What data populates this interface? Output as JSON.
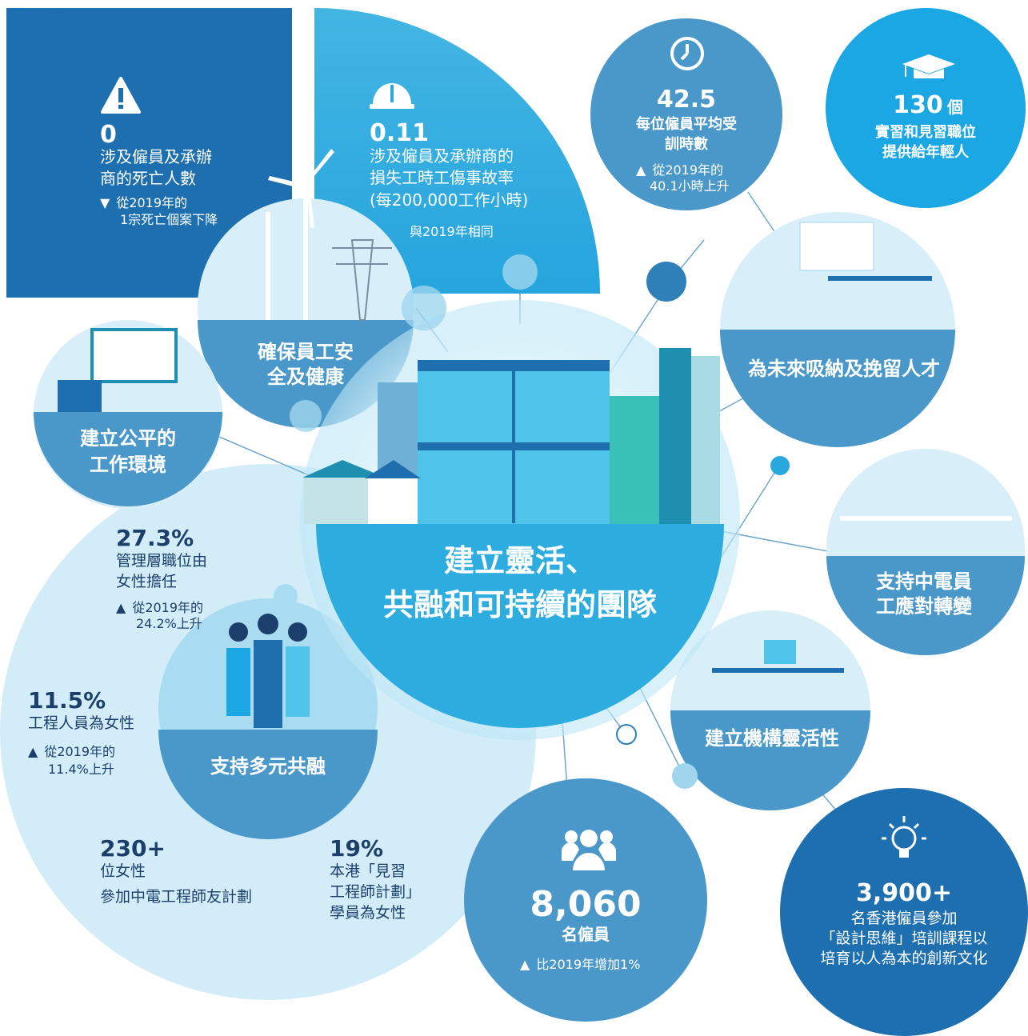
{
  "colors": {
    "dark_blue": "#1f6fae",
    "mid_blue": "#3f94c6",
    "light_blue": "#cfeaf6",
    "cyan": "#2aa8dc",
    "sky": "#1aa7e4",
    "navy_text": "#1b3e6b"
  },
  "center": {
    "title_line1": "建立靈活、",
    "title_line2": "共融和可持續的團隊"
  },
  "safety": {
    "label_line1": "確保員工安",
    "label_line2": "全及健康",
    "fatality": {
      "icon": "warning-icon",
      "value": "0",
      "desc_line1": "涉及僱員及承辦",
      "desc_line2": "商的死亡人數",
      "change_line1": "從2019年的",
      "change_line2": "1宗死亡個案下降",
      "change_symbol": "▼"
    },
    "injury": {
      "icon": "hard-hat-icon",
      "value": "0.11",
      "desc_line1": "涉及僱員及承辦商的",
      "desc_line2": "損失工時工傷事故率",
      "desc_line3": "(每200,000工作小時)",
      "change": "與2019年相同"
    }
  },
  "training": {
    "icon": "clock-icon",
    "value": "42.5",
    "desc_line1": "每位僱員平均受",
    "desc_line2": "訓時數",
    "change_symbol": "▲",
    "change_line1": "從2019年的",
    "change_line2": "40.1小時上升"
  },
  "internship": {
    "icon": "graduation-cap-icon",
    "value": "130",
    "unit": "個",
    "desc_line1": "實習和見習職位",
    "desc_line2": "提供給年輕人"
  },
  "talent": {
    "label": "為未來吸納及挽留人才"
  },
  "fair": {
    "label_line1": "建立公平的",
    "label_line2": "工作環境"
  },
  "midcareer": {
    "label_line1": "支持中電員",
    "label_line2": "工應對轉變"
  },
  "flexibility": {
    "label": "建立機構靈活性"
  },
  "diversity": {
    "label": "支持多元共融",
    "mgmt": {
      "value": "27.3%",
      "desc_line1": "管理層職位由",
      "desc_line2": "女性擔任",
      "change_symbol": "▲",
      "change_line1": "從2019年的",
      "change_line2": "24.2%上升"
    },
    "engineers": {
      "value": "11.5%",
      "desc_line1": "工程人員為女性",
      "change_symbol": "▲",
      "change_line1": "從2019年的",
      "change_line2": "11.4%上升"
    },
    "mentor": {
      "value": "230+",
      "desc_line1": "位女性",
      "desc_line2": "參加中電工程師友計劃"
    },
    "graduates": {
      "value": "19%",
      "desc_line1": "本港「見習",
      "desc_line2": "工程師計劃」",
      "desc_line3": "學員為女性"
    }
  },
  "employees": {
    "icon": "people-group-icon",
    "value": "8,060",
    "desc": "名僱員",
    "change_symbol": "▲",
    "change": "比2019年增加1%"
  },
  "design": {
    "icon": "lightbulb-icon",
    "value": "3,900+",
    "desc_line1": "名香港僱員參加",
    "desc_line2": "「設計思維」培訓課程以",
    "desc_line3": "培育以人為本的創新文化"
  }
}
